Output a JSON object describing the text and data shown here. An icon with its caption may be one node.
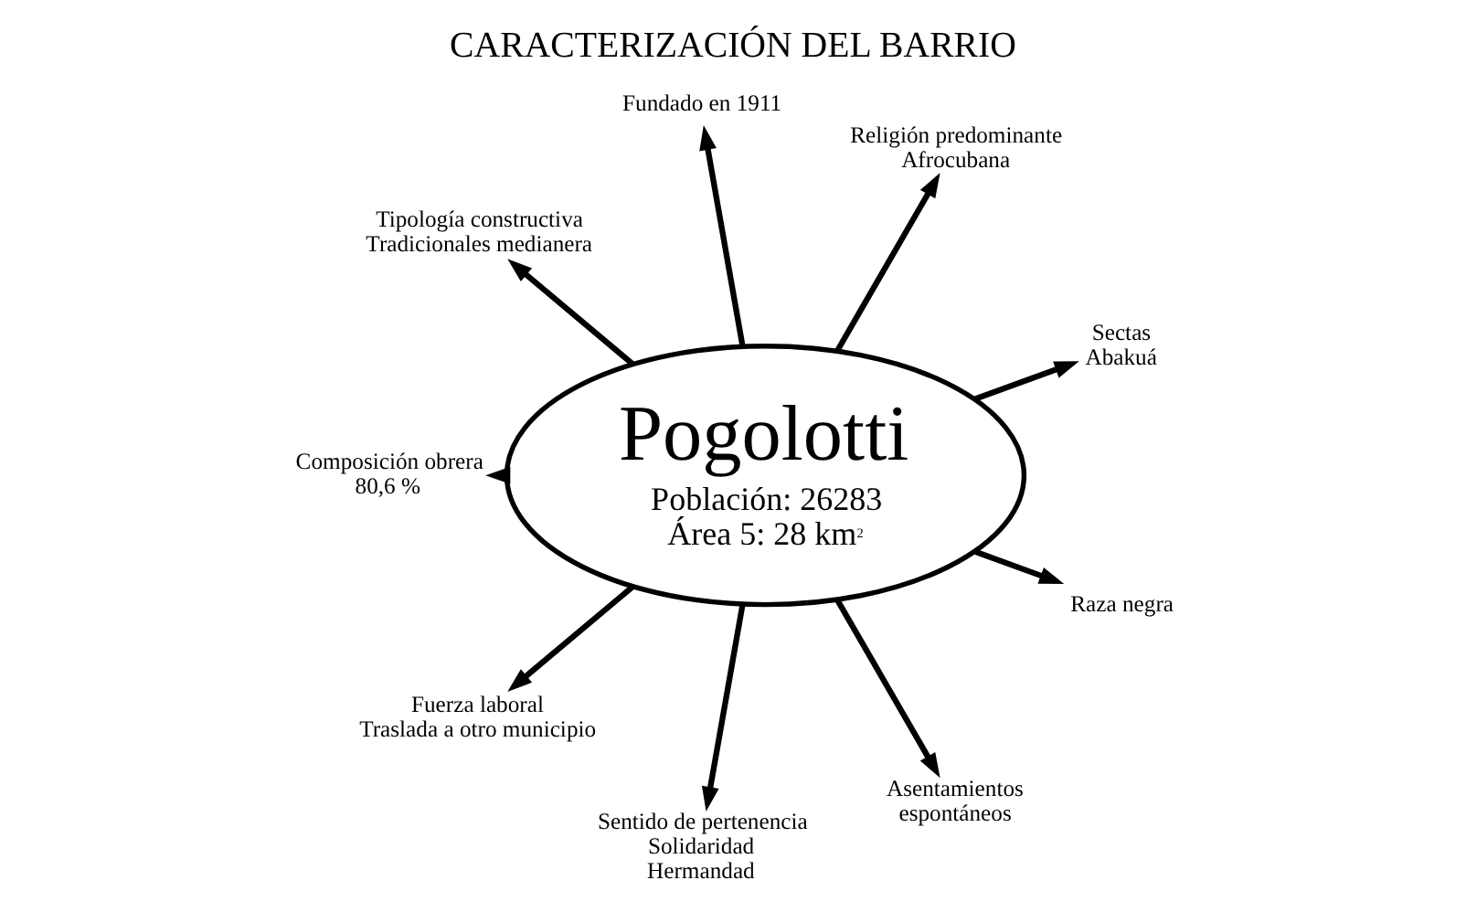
{
  "diagram": {
    "title": "CARACTERIZACIÓN DEL BARRIO",
    "nodes": [
      {
        "text": [
          "Pogolotti",
          "Población: 26283",
          "Área 5: 28 km$^{2}$"
        ]
      },
      {
        "text": [
          "Fundado en 1911"
        ]
      },
      {
        "text": [
          "Tipología constructiva Tradicionales medianera"
        ]
      },
      {
        "text": [
          "Religión predominante Afrocubana"
        ]
      },
      {
        "text": [
          "Composición obrera 80,6 %"
        ]
      },
      {
        "text": [
          "Sectas Abakuá"
        ]
      },
      {
        "text": [
          "Fuerza laboral Traslada a otro municipio"
        ]
      },
      {
        "text": [
          "Raza negra"
        ]
      },
      {
        "text": [
          "Sentido de pertenencia Solidaridad Hermandad"
        ]
      },
      {
        "text": [
          "Asentamientos espontáneos"
        ]
      }
    ],
    "edges": [
      {
        "from": 0,
        "to": 1,
        "arrow": "to"
      },
      {
        "from": 0,
        "to": 2,
        "arrow": "to"
      },
      {
        "from": 0,
        "to": 3,
        "arrow": "to"
      },
      {
        "from": 0,
        "to": 4,
        "arrow": "to"
      },
      {
        "from": 0,
        "to": 5,
        "arrow": "to"
      },
      {
        "from": 0,
        "to": 6,
        "arrow": "to"
      },
      {
        "from": 0,
        "to": 7,
        "arrow": "to"
      },
      {
        "from": 0,
        "to": 8,
        "arrow": "to"
      },
      {
        "from": 0,
        "to": 9,
        "arrow": "to"
      }
    ]
  }
}
